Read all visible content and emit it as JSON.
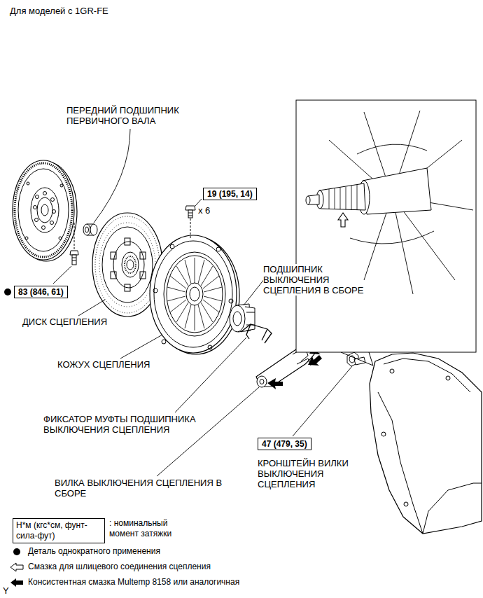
{
  "diagram": {
    "title": "Для моделей с 1GR-FE",
    "nodes": [
      {
        "text": [
          "19 (195, 14)"
        ]
      },
      {
        "text": [
          "83 (846, 61)"
        ]
      },
      {
        "text": [
          "47 (479, 35)"
        ]
      },
      {
        "text": [
          "Н*м (кгс*см, фунт-сила-фут)"
        ]
      }
    ],
    "labels": [
      "ПЕРЕДНИЙ ПОДШИПНИК ПЕРВИЧНОГО ВАЛА",
      "x 6",
      "ПОДШИПНИК ВЫКЛЮЧЕНИЯ СЦЕПЛЕНИЯ В СБОРЕ",
      "ДИСК СЦЕПЛЕНИЯ",
      "КОЖУХ СЦЕПЛЕНИЯ",
      "ФИКСАТОР МУФТЫ ПОДШИПНИКА ВЫКЛЮЧЕНИЯ СЦЕПЛЕНИЯ",
      "КРОНШТЕЙН ВИЛКИ ВЫКЛЮЧЕНИЯ СЦЕПЛЕНИЯ",
      "ВИЛКА ВЫКЛЮЧЕНИЯ СЦЕПЛЕНИЯ В СБОРЕ",
      "Y"
    ],
    "legend": [
      {
        "text": ": номинальный момент затяжки"
      },
      {
        "text": "Деталь однократного применения"
      },
      {
        "text": "Смазка для шлицевого соединения сцепления"
      },
      {
        "text": "Консистентная смазка Multemp 8158 или аналогичная"
      }
    ]
  }
}
